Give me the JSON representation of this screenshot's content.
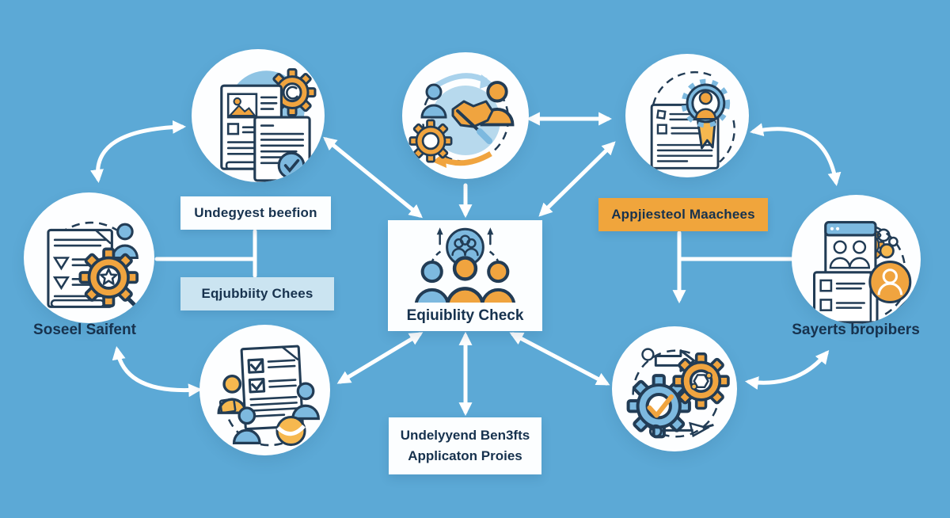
{
  "colors": {
    "background": "#5CA9D6",
    "accent_orange": "#F0A53C",
    "icon_blue": "#7DB9DF",
    "outline_navy": "#223C55",
    "label_box_blue": "#CBE4F1",
    "text_navy": "#17324E",
    "arrow_white": "#FFFFFF"
  },
  "boxes": {
    "process_label_1": "Undegyest beefion",
    "process_label_2": "Eqjubbiity Chees",
    "process_label_3": "Appjiesteol Maachees",
    "center": "Eqiuiblity Check",
    "bottom_line_1": "Undelyyend Ben3fts",
    "bottom_line_2": "Applicaton Proies"
  },
  "labels": {
    "left": "Soseel Saifent",
    "right": "Sayerts bropibers"
  },
  "icons": {
    "top_left": "documents-approval-gear-icon",
    "top_center": "people-process-cycle-icon",
    "top_right": "document-candidate-badge-icon",
    "left": "checklist-star-gear-icon",
    "right": "profiles-browser-match-icon",
    "bottom_left": "application-form-people-icon",
    "bottom_right": "gears-check-molecule-icon",
    "center": "eligibility-people-icon"
  }
}
